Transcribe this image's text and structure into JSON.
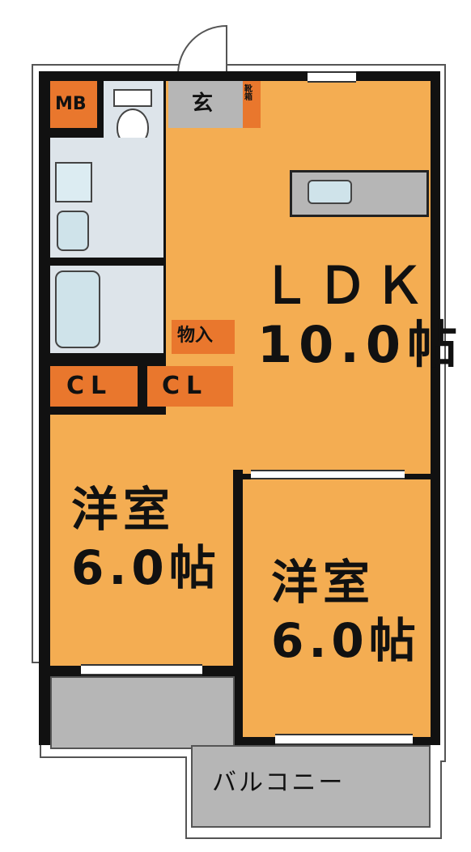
{
  "floorplan": {
    "colors": {
      "room": "#f4ad52",
      "closet": "#e9772d",
      "balcony": "#b6b6b6",
      "entrance": "#b6b6b6",
      "wet_area": "#dde4ea",
      "wall": "#111111"
    },
    "rooms": {
      "ldk": {
        "name": "ＬＤＫ",
        "size": "10.0帖"
      },
      "west_room_left": {
        "name": "洋室",
        "size": "6.0帖"
      },
      "west_room_right": {
        "name": "洋室",
        "size": "6.0帖"
      },
      "entrance": {
        "label": "玄"
      },
      "shoe_box": {
        "label": "靴箱"
      },
      "meter_box": {
        "label": "MB"
      },
      "storage": {
        "label": "物入"
      },
      "closet_left": {
        "label": "CL"
      },
      "closet_right": {
        "label": "CL"
      },
      "balcony": {
        "label": "バルコニー"
      }
    }
  }
}
